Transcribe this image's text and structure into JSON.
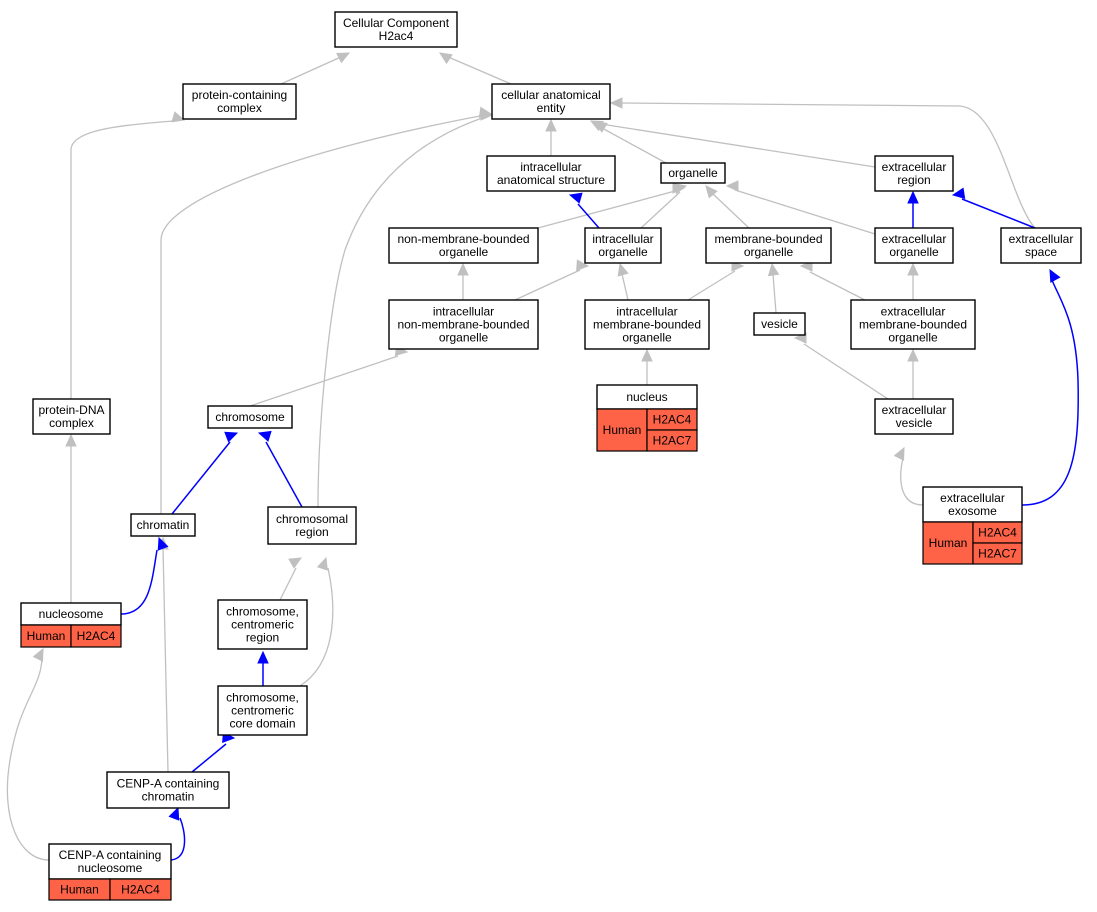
{
  "nodes": {
    "root": {
      "lines": [
        "Cellular Component",
        "H2ac4"
      ]
    },
    "protein_containing_complex": {
      "lines": [
        "protein-containing",
        "complex"
      ]
    },
    "cellular_anatomical_entity": {
      "lines": [
        "cellular anatomical",
        "entity"
      ]
    },
    "intracellular_anatomical_structure": {
      "lines": [
        "intracellular",
        "anatomical structure"
      ]
    },
    "organelle": {
      "lines": [
        "organelle"
      ]
    },
    "extracellular_region": {
      "lines": [
        "extracellular",
        "region"
      ]
    },
    "non_membrane_bounded_organelle": {
      "lines": [
        "non-membrane-bounded",
        "organelle"
      ]
    },
    "intracellular_organelle": {
      "lines": [
        "intracellular",
        "organelle"
      ]
    },
    "membrane_bounded_organelle": {
      "lines": [
        "membrane-bounded",
        "organelle"
      ]
    },
    "extracellular_organelle": {
      "lines": [
        "extracellular",
        "organelle"
      ]
    },
    "extracellular_space": {
      "lines": [
        "extracellular",
        "space"
      ]
    },
    "intracellular_non_membrane_bounded_organelle": {
      "lines": [
        "intracellular",
        "non-membrane-bounded",
        "organelle"
      ]
    },
    "intracellular_membrane_bounded_organelle": {
      "lines": [
        "intracellular",
        "membrane-bounded",
        "organelle"
      ]
    },
    "vesicle": {
      "lines": [
        "vesicle"
      ]
    },
    "extracellular_membrane_bounded_organelle": {
      "lines": [
        "extracellular",
        "membrane-bounded",
        "organelle"
      ]
    },
    "protein_dna_complex": {
      "lines": [
        "protein-DNA",
        "complex"
      ]
    },
    "chromosome": {
      "lines": [
        "chromosome"
      ]
    },
    "nucleus": {
      "lines": [
        "nucleus"
      ],
      "species": "Human",
      "genes": [
        "H2AC4",
        "H2AC7"
      ]
    },
    "extracellular_vesicle": {
      "lines": [
        "extracellular",
        "vesicle"
      ]
    },
    "chromatin": {
      "lines": [
        "chromatin"
      ]
    },
    "chromosomal_region": {
      "lines": [
        "chromosomal",
        "region"
      ]
    },
    "extracellular_exosome": {
      "lines": [
        "extracellular",
        "exosome"
      ],
      "species": "Human",
      "genes": [
        "H2AC4",
        "H2AC7"
      ]
    },
    "nucleosome": {
      "lines": [
        "nucleosome"
      ],
      "species": "Human",
      "genes": [
        "H2AC4"
      ]
    },
    "chromosome_centromeric_region": {
      "lines": [
        "chromosome,",
        "centromeric",
        "region"
      ]
    },
    "chromosome_centromeric_core_domain": {
      "lines": [
        "chromosome,",
        "centromeric",
        "core domain"
      ]
    },
    "cenp_a_containing_chromatin": {
      "lines": [
        "CENP-A containing",
        "chromatin"
      ]
    },
    "cenp_a_containing_nucleosome": {
      "lines": [
        "CENP-A containing",
        "nucleosome"
      ],
      "species": "Human",
      "genes": [
        "H2AC4"
      ]
    }
  },
  "edge_colors": {
    "is_a": "#c0c0c0",
    "part_of": "#0000ff"
  },
  "annotation_color": "#ff6347"
}
